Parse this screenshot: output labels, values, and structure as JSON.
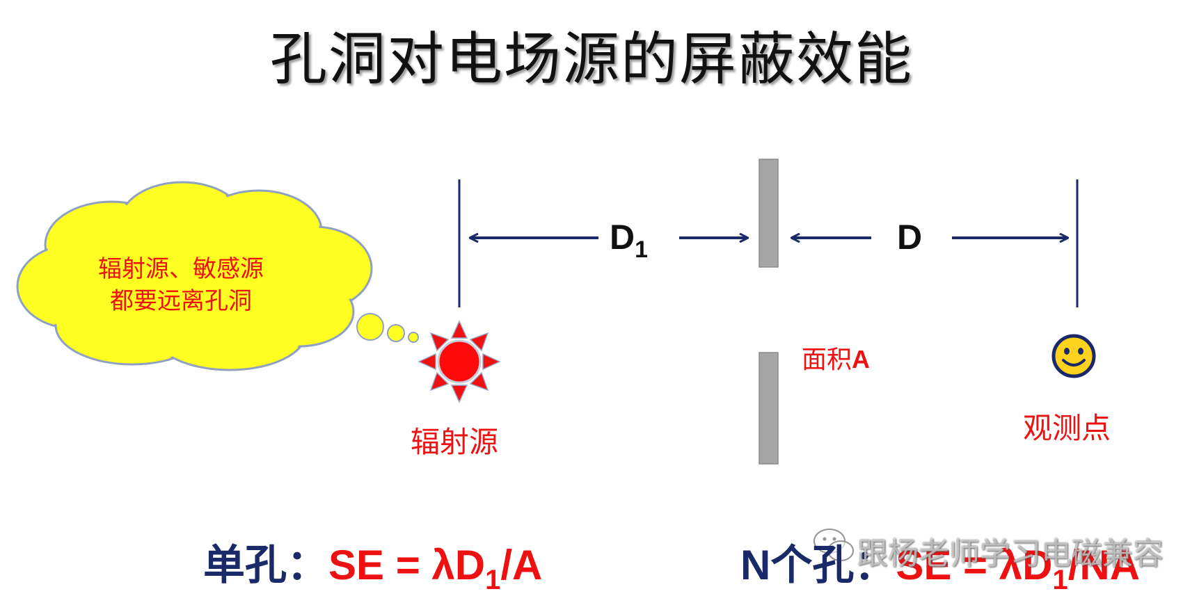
{
  "title": "孔洞对电场源的屏蔽效能",
  "cloud": {
    "line1": "辐射源、敏感源",
    "line2": "都要远离孔洞"
  },
  "dimensions": {
    "d1_main": "D",
    "d1_sub": "1",
    "d_main": "D"
  },
  "labels": {
    "source": "辐射源",
    "aperture_prefix": "面积",
    "aperture_var": "A",
    "observer": "观测点"
  },
  "formulas": {
    "single_prefix": "单孔：",
    "single_pre": "SE = λD",
    "single_sub": "1",
    "single_post": "/A",
    "multi_n": "N",
    "multi_prefix": "个孔：",
    "multi_pre": "SE = λD",
    "multi_sub": "1",
    "multi_post": "/NA"
  },
  "watermark": "跟杨老师学习电磁兼容",
  "colors": {
    "red": "#ee1111",
    "navy": "#1a2a68",
    "cloud_fill": "#ffff22",
    "cloud_stroke": "#8fa0c0",
    "shield": "#a6a6a6",
    "smiley_fill": "#ffd21e"
  },
  "icons": {
    "source": "sun-burst-icon",
    "observer": "smiley-face-icon",
    "watermark": "wechat-logo-icon"
  }
}
